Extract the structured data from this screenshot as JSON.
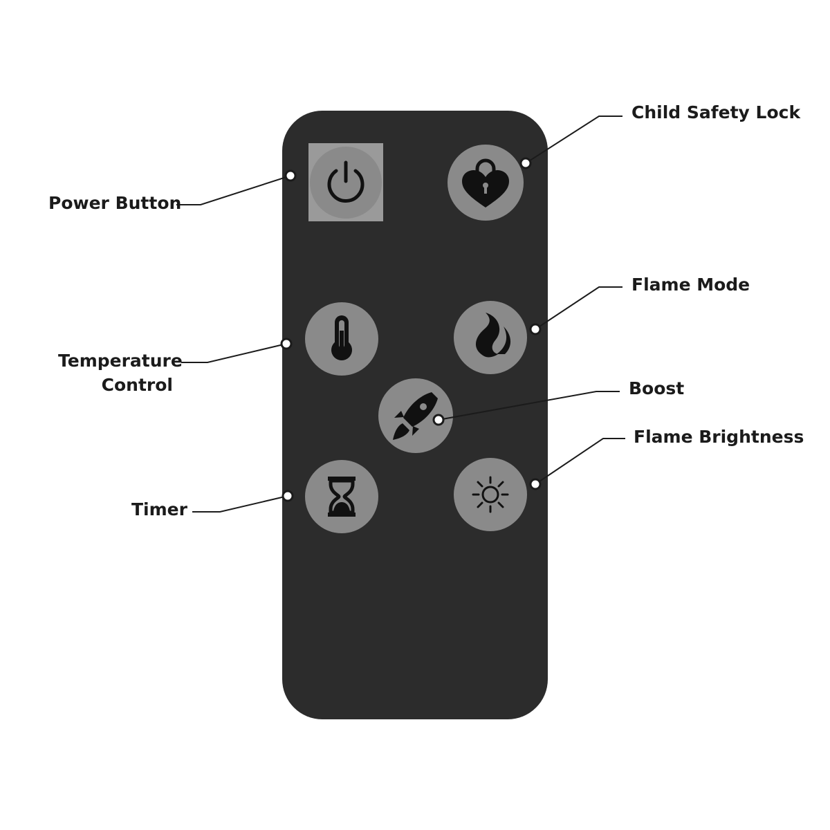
{
  "callouts": {
    "power": "Power Button",
    "child_lock": "Child Safety Lock",
    "temperature_line1": "Temperature",
    "temperature_line2": "Control",
    "flame_mode": "Flame Mode",
    "boost": "Boost",
    "flame_brightness": "Flame Brightness",
    "timer": "Timer"
  },
  "remote": {
    "body_color": "#2c2c2c",
    "button_color": "#8a8a8a",
    "power_button_highlight": "#9a9a9a",
    "icon_color": "#111111",
    "buttons": [
      {
        "name": "power-button",
        "icon": "power-icon"
      },
      {
        "name": "child-safety-lock-button",
        "icon": "heart-padlock-icon"
      },
      {
        "name": "temperature-control-button",
        "icon": "thermometer-icon"
      },
      {
        "name": "flame-mode-button",
        "icon": "flame-icon"
      },
      {
        "name": "boost-button",
        "icon": "rocket-icon"
      },
      {
        "name": "timer-button",
        "icon": "hourglass-icon"
      },
      {
        "name": "flame-brightness-button",
        "icon": "sun-icon"
      }
    ]
  }
}
